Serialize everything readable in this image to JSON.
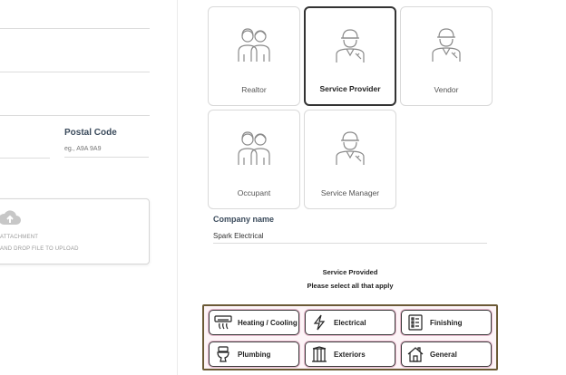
{
  "form": {
    "postal_code_label": "Postal Code",
    "postal_code_placeholder": "eg., A9A 9A9",
    "upload_line1": "ATTACHMENT",
    "upload_line2": "AND DROP FILE TO UPLOAD"
  },
  "roles": [
    {
      "label": "Realtor",
      "icon": "couple-icon",
      "selected": false
    },
    {
      "label": "Service Provider",
      "icon": "worker-icon",
      "selected": true
    },
    {
      "label": "Vendor",
      "icon": "worker-icon",
      "selected": false
    },
    {
      "label": "Occupant",
      "icon": "couple-icon",
      "selected": false
    },
    {
      "label": "Service Manager",
      "icon": "worker-icon",
      "selected": false
    }
  ],
  "company": {
    "label": "Company name",
    "value": "Spark Electrical"
  },
  "services": {
    "title": "Service Provided",
    "subtitle": "Please select all that apply",
    "items": [
      {
        "label": "Heating / Cooling",
        "icon": "air-conditioner-icon"
      },
      {
        "label": "Electrical",
        "icon": "lightning-icon"
      },
      {
        "label": "Finishing",
        "icon": "checklist-icon"
      },
      {
        "label": "Plumbing",
        "icon": "toilet-icon"
      },
      {
        "label": "Exteriors",
        "icon": "building-icon"
      },
      {
        "label": "General",
        "icon": "house-icon"
      }
    ]
  },
  "colors": {
    "frame_border": "#6b5a36",
    "frame_bg": "#fdf4f7",
    "label_color": "#3b4b5c"
  }
}
